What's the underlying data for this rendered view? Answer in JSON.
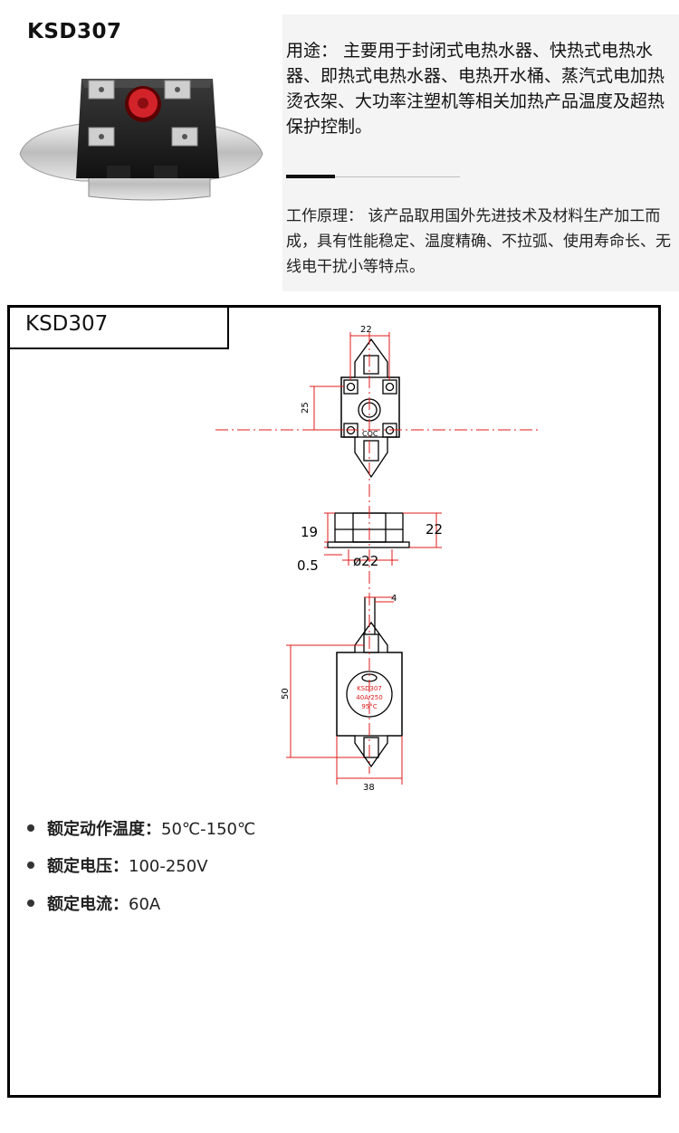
{
  "header": {
    "model": "KSD307"
  },
  "description": {
    "usage": "用途： 主要用于封闭式电热水器、快热式电热水器、即热式电热水器、电热开水桶、蒸汽式电加热烫衣架、大功率注塑机等相关加热产品温度及超热保护控制。",
    "principle": "工作原理： 该产品取用国外先进技术及材料生产加工而成，具有性能稳定、温度精确、不拉弧、使用寿命长、无线电干扰小等特点。"
  },
  "spec_sheet": {
    "model": "KSD307",
    "drawing": {
      "dim_top_width": "22",
      "dim_hole_pitch": "25",
      "dim_height_total": "22",
      "dim_height_body": "19",
      "dim_base": "0.5",
      "dim_diameter": "ø22",
      "dim_lead": "4",
      "dim_length": "50",
      "dim_width": "38",
      "label_brand": "CQC",
      "label_model": "KSD307",
      "label_rating": "40A/250",
      "label_temp": "95°C"
    },
    "specs": [
      {
        "label": "额定动作温度：",
        "value": "50℃-150℃"
      },
      {
        "label": "额定电压：",
        "value": "100-250V"
      },
      {
        "label": "额定电流：",
        "value": "60A"
      }
    ]
  }
}
